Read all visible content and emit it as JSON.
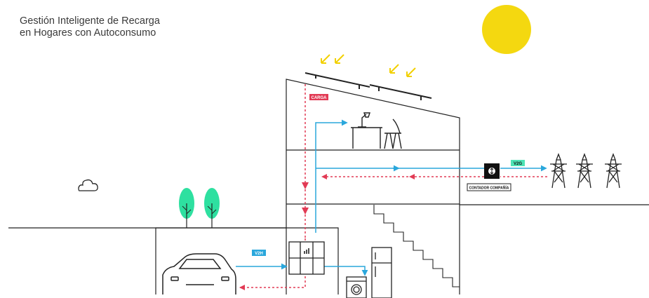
{
  "title": {
    "line1": "Gestión Inteligente de Recarga",
    "line2": "en Hogares con Autoconsumo"
  },
  "labels": {
    "carga": "CARGA",
    "v2g": "V2G",
    "v2h": "V2H",
    "contador": "CONTADOR COMPAÑÍA"
  },
  "colors": {
    "sun": "#f4d810",
    "solar_arrows": "#f2d000",
    "flow_blue": "#2aa7dc",
    "flow_red": "#e23b55",
    "trees": "#2ee0a0",
    "tag_v2g": "#4de3b5",
    "tag_v2h": "#2aa7dc",
    "tag_carga": "#e23b55",
    "line": "#222222"
  },
  "icons": [
    "sun-icon",
    "solar-panel-icon",
    "cloud-icon",
    "tree-icon",
    "desk-lamp-icon",
    "chair-icon",
    "inverter-icon",
    "meter-icon",
    "power-tower-icon",
    "car-icon",
    "washing-machine-icon",
    "fridge-icon"
  ]
}
